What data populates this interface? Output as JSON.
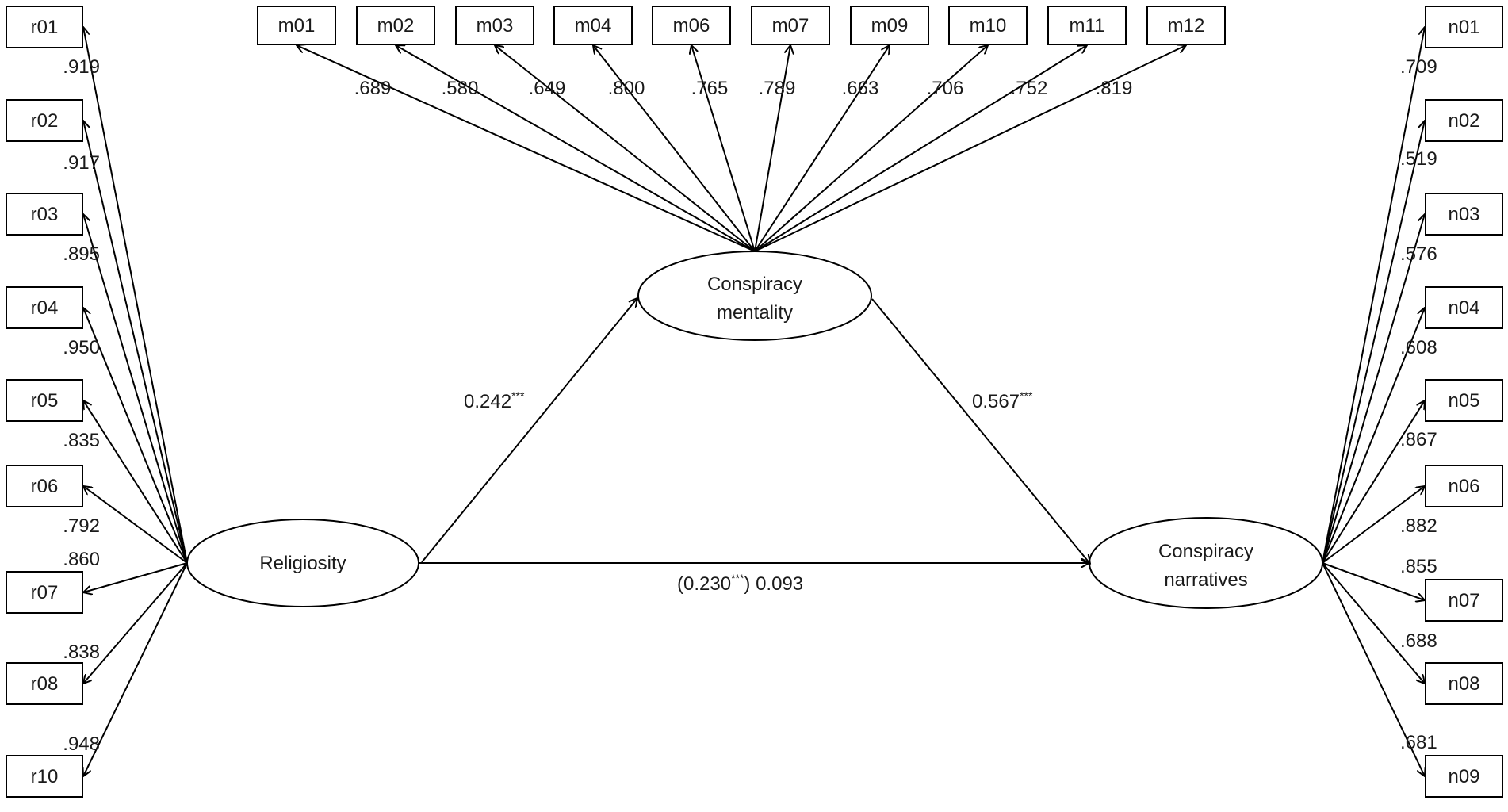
{
  "diagram": {
    "latents": {
      "religiosity": "Religiosity",
      "mentality_line1": "Conspiracy",
      "mentality_line2": "mentality",
      "narratives_line1": "Conspiracy",
      "narratives_line2": "narratives"
    },
    "paths": {
      "a": {
        "value": "0.242",
        "stars": "***"
      },
      "b": {
        "value": "0.567",
        "stars": "***"
      },
      "c": {
        "prefix": "(0.230",
        "stars": "***",
        "suffix": ") 0.093"
      }
    },
    "religiosity_items": [
      {
        "label": "r01",
        "loading": ".919"
      },
      {
        "label": "r02",
        "loading": ".917"
      },
      {
        "label": "r03",
        "loading": ".895"
      },
      {
        "label": "r04",
        "loading": ".950"
      },
      {
        "label": "r05",
        "loading": ".835"
      },
      {
        "label": "r06",
        "loading": ".792"
      },
      {
        "label": "r07",
        "loading": ".860"
      },
      {
        "label": "r08",
        "loading": ".838"
      },
      {
        "label": "r10",
        "loading": ".948"
      }
    ],
    "mentality_items": [
      {
        "label": "m01",
        "loading": ".689"
      },
      {
        "label": "m02",
        "loading": ".580"
      },
      {
        "label": "m03",
        "loading": ".649"
      },
      {
        "label": "m04",
        "loading": ".800"
      },
      {
        "label": "m06",
        "loading": ".765"
      },
      {
        "label": "m07",
        "loading": ".789"
      },
      {
        "label": "m09",
        "loading": ".663"
      },
      {
        "label": "m10",
        "loading": ".706"
      },
      {
        "label": "m11",
        "loading": ".752"
      },
      {
        "label": "m12",
        "loading": ".819"
      }
    ],
    "narratives_items": [
      {
        "label": "n01",
        "loading": ".709"
      },
      {
        "label": "n02",
        "loading": ".519"
      },
      {
        "label": "n03",
        "loading": ".576"
      },
      {
        "label": "n04",
        "loading": ".608"
      },
      {
        "label": "n05",
        "loading": ".867"
      },
      {
        "label": "n06",
        "loading": ".882"
      },
      {
        "label": "n07",
        "loading": ".855"
      },
      {
        "label": "n08",
        "loading": ".688"
      },
      {
        "label": "n09",
        "loading": ".681"
      }
    ]
  }
}
